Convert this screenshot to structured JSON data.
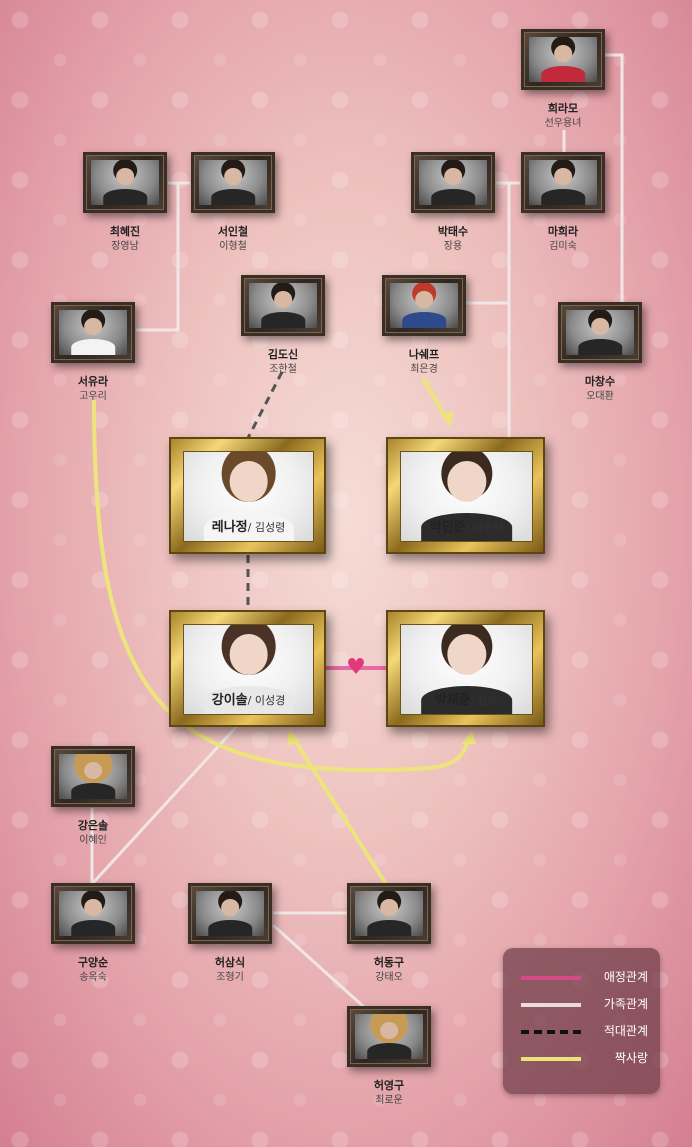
{
  "people": {
    "heuramo": {
      "name": "희라모",
      "actor": "선우용녀"
    },
    "choehyejin": {
      "name": "최혜진",
      "actor": "장영남"
    },
    "seoincheol": {
      "name": "서인철",
      "actor": "이형철"
    },
    "parktaesu": {
      "name": "박태수",
      "actor": "장용"
    },
    "mahuira": {
      "name": "마희라",
      "actor": "김미숙"
    },
    "seoyura": {
      "name": "서유라",
      "actor": "고우리"
    },
    "kimdosin": {
      "name": "김도신",
      "actor": "조한철"
    },
    "nachef": {
      "name": "나쉐프",
      "actor": "최은경"
    },
    "machangsu": {
      "name": "마창수",
      "actor": "오대환"
    },
    "renajeong": {
      "name": "레나정",
      "actor": "김성령"
    },
    "parkminjun": {
      "name": "박민준",
      "actor": "이종혁"
    },
    "kangisol": {
      "name": "강이솔",
      "actor": "이성경"
    },
    "parkjaejun": {
      "name": "박재준",
      "actor": "윤박"
    },
    "kangeunsol": {
      "name": "강은솔",
      "actor": "이혜인"
    },
    "guyangsun": {
      "name": "구양순",
      "actor": "송옥숙"
    },
    "heosamsik": {
      "name": "허삼식",
      "actor": "조형기"
    },
    "heodonggu": {
      "name": "허동구",
      "actor": "강태오"
    },
    "heoyeonggu": {
      "name": "허영구",
      "actor": "최로운"
    }
  },
  "legend": {
    "love": "애정관계",
    "family": "가족관계",
    "enemy": "적대관계",
    "crush": "짝사랑"
  },
  "colors": {
    "love": "#d64a8a",
    "family": "#e8dcdc",
    "enemy": "#555555",
    "crush": "#ece27a"
  }
}
